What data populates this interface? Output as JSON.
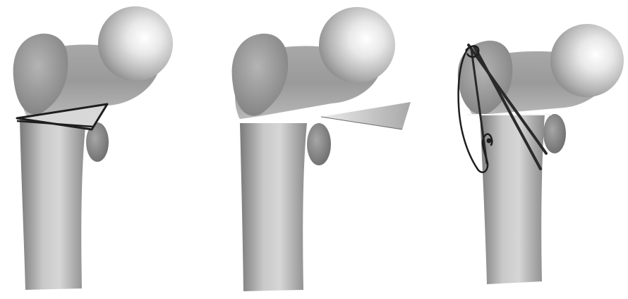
{
  "figure": {
    "panels": [
      {
        "step": "osteotomy-marked"
      },
      {
        "step": "wedge-removed"
      },
      {
        "step": "fixed-with-wires"
      }
    ],
    "colors": {
      "background": "#ffffff",
      "bone_light": "#d4d4d4",
      "bone_dark": "#6f6f6f",
      "wedge": "#d0d0d0",
      "outline": "#222222",
      "wire": "#2a2a2a"
    }
  }
}
